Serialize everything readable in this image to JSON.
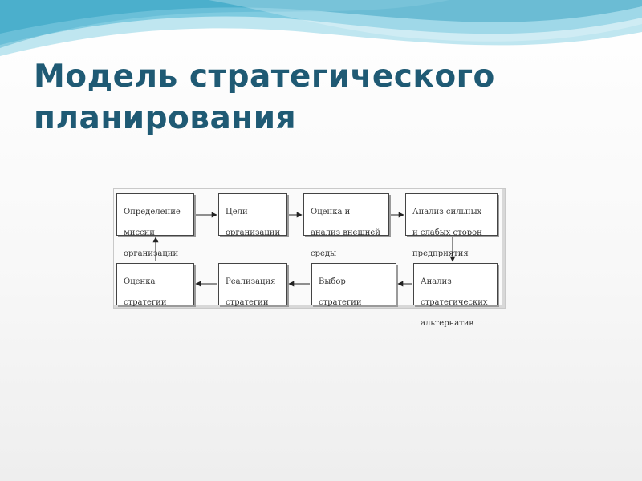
{
  "title": {
    "line1": "Модель стратегического",
    "line2": "планирования"
  },
  "diagram": {
    "boxes": {
      "mission": [
        "Определение",
        "миссии",
        "организации"
      ],
      "goals": [
        "Цели",
        "организации"
      ],
      "env": [
        "Оценка и",
        "анализ внешней",
        "среды"
      ],
      "swot": [
        "Анализ сильных",
        "и слабых сторон",
        "предприятия"
      ],
      "alternatives": [
        "Анализ",
        "стратегических",
        "альтернатив"
      ],
      "choice": [
        "Выбор",
        "стратегии"
      ],
      "realization": [
        "Реализация",
        "стратегии"
      ],
      "evaluation": [
        "Оценка",
        "стратегии"
      ]
    }
  },
  "colors": {
    "title": "#1f5a74",
    "wave_dark": "#3aa6c6",
    "wave_light": "#a9dcea"
  }
}
